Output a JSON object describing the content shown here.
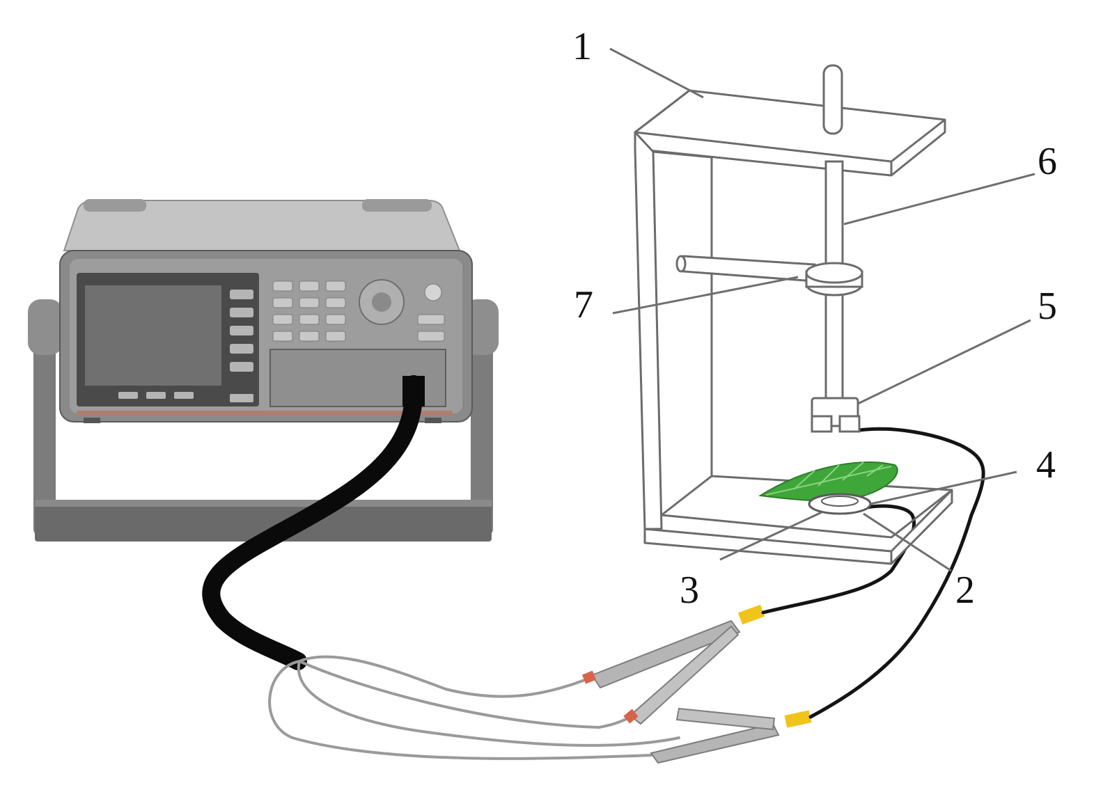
{
  "diagram": {
    "callouts": [
      {
        "id": "1",
        "text": "1"
      },
      {
        "id": "2",
        "text": "2"
      },
      {
        "id": "3",
        "text": "3"
      },
      {
        "id": "4",
        "text": "4"
      },
      {
        "id": "5",
        "text": "5"
      },
      {
        "id": "6",
        "text": "6"
      },
      {
        "id": "7",
        "text": "7"
      }
    ]
  },
  "colors": {
    "instrument_body": "#8a8a8a",
    "instrument_dark": "#5a5a5a",
    "screen": "#6f6f6f",
    "cable": "#0a0a0a",
    "lead_wire": "#9a9a9a",
    "clip": "#b5b5b5",
    "clip_band_yellow": "#f0c419",
    "clip_band_red": "#d9634a",
    "leaf": "#3fa63a",
    "frame_line": "#6b6b6b"
  }
}
